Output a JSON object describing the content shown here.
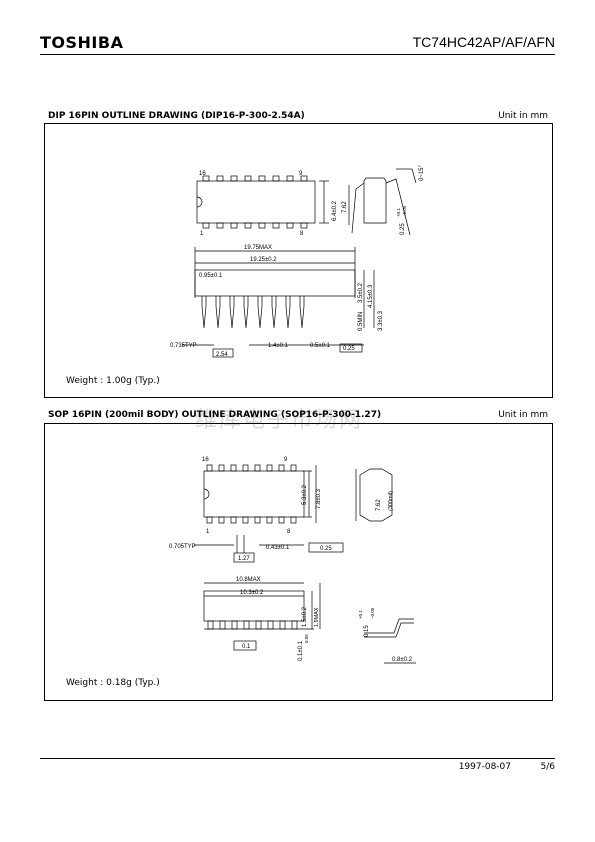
{
  "header": {
    "brand": "TOSHIBA",
    "part_number": "TC74HC42AP/AF/AFN"
  },
  "dip": {
    "title": "DIP 16PIN OUTLINE DRAWING (DIP16-P-300-2.54A)",
    "unit": "Unit in mm",
    "weight": "Weight : 1.00g (Typ.)",
    "labels": {
      "pin16": "16",
      "pin9": "9",
      "pin1": "1",
      "pin8": "8",
      "width": "6.4±0.2",
      "row_spacing": "7.62",
      "angle": "0~15°",
      "lead_thk": "0.25",
      "lead_thk_tol_top": "+0.1",
      "lead_thk_tol_bot": "−0.05",
      "len_max": "19.75MAX",
      "len_nom": "19.25±0.2",
      "end_lead": "0.95±0.1",
      "h1": "3.5±0.2",
      "h2": "4.15±0.3",
      "h3": "0.5MIN",
      "h4": "3.3±0.3",
      "lead_w_typ": "0.735TYP",
      "pitch": "2.54",
      "lead_w2": "1.4±0.1",
      "lead_w3": "0.5±0.1",
      "tol": "0.25"
    }
  },
  "sop": {
    "title": "SOP 16PIN (200mil BODY) OUTLINE DRAWING (SOP16-P-300-1.27)",
    "unit": "Unit in mm",
    "weight": "Weight : 0.18g (Typ.)",
    "labels": {
      "pin16": "16",
      "pin9": "9",
      "pin1": "1",
      "pin8": "8",
      "width": "5.3±0.2",
      "span": "7.8±0.3",
      "row_spacing": "7.62",
      "mil": "(300mil)",
      "end_typ": "0.705TYP",
      "pitch": "1.27",
      "lead_w": "0.43±0.1",
      "tol": "0.25",
      "len_max": "10.8MAX",
      "len_nom": "10.3±0.2",
      "height": "1.5±0.2",
      "h_max": "1.9MAX",
      "standoff": "0.1±0.1",
      "standoff_tol": "0.05",
      "coplanarity": "0.1",
      "lead_thk": "0.15",
      "lead_thk_tol_top": "+0.1",
      "lead_thk_tol_bot": "−0.05",
      "foot": "0.8±0.2"
    }
  },
  "watermark": "维库电子市场网",
  "footer": {
    "date": "1997-08-07",
    "page": "5/6"
  }
}
